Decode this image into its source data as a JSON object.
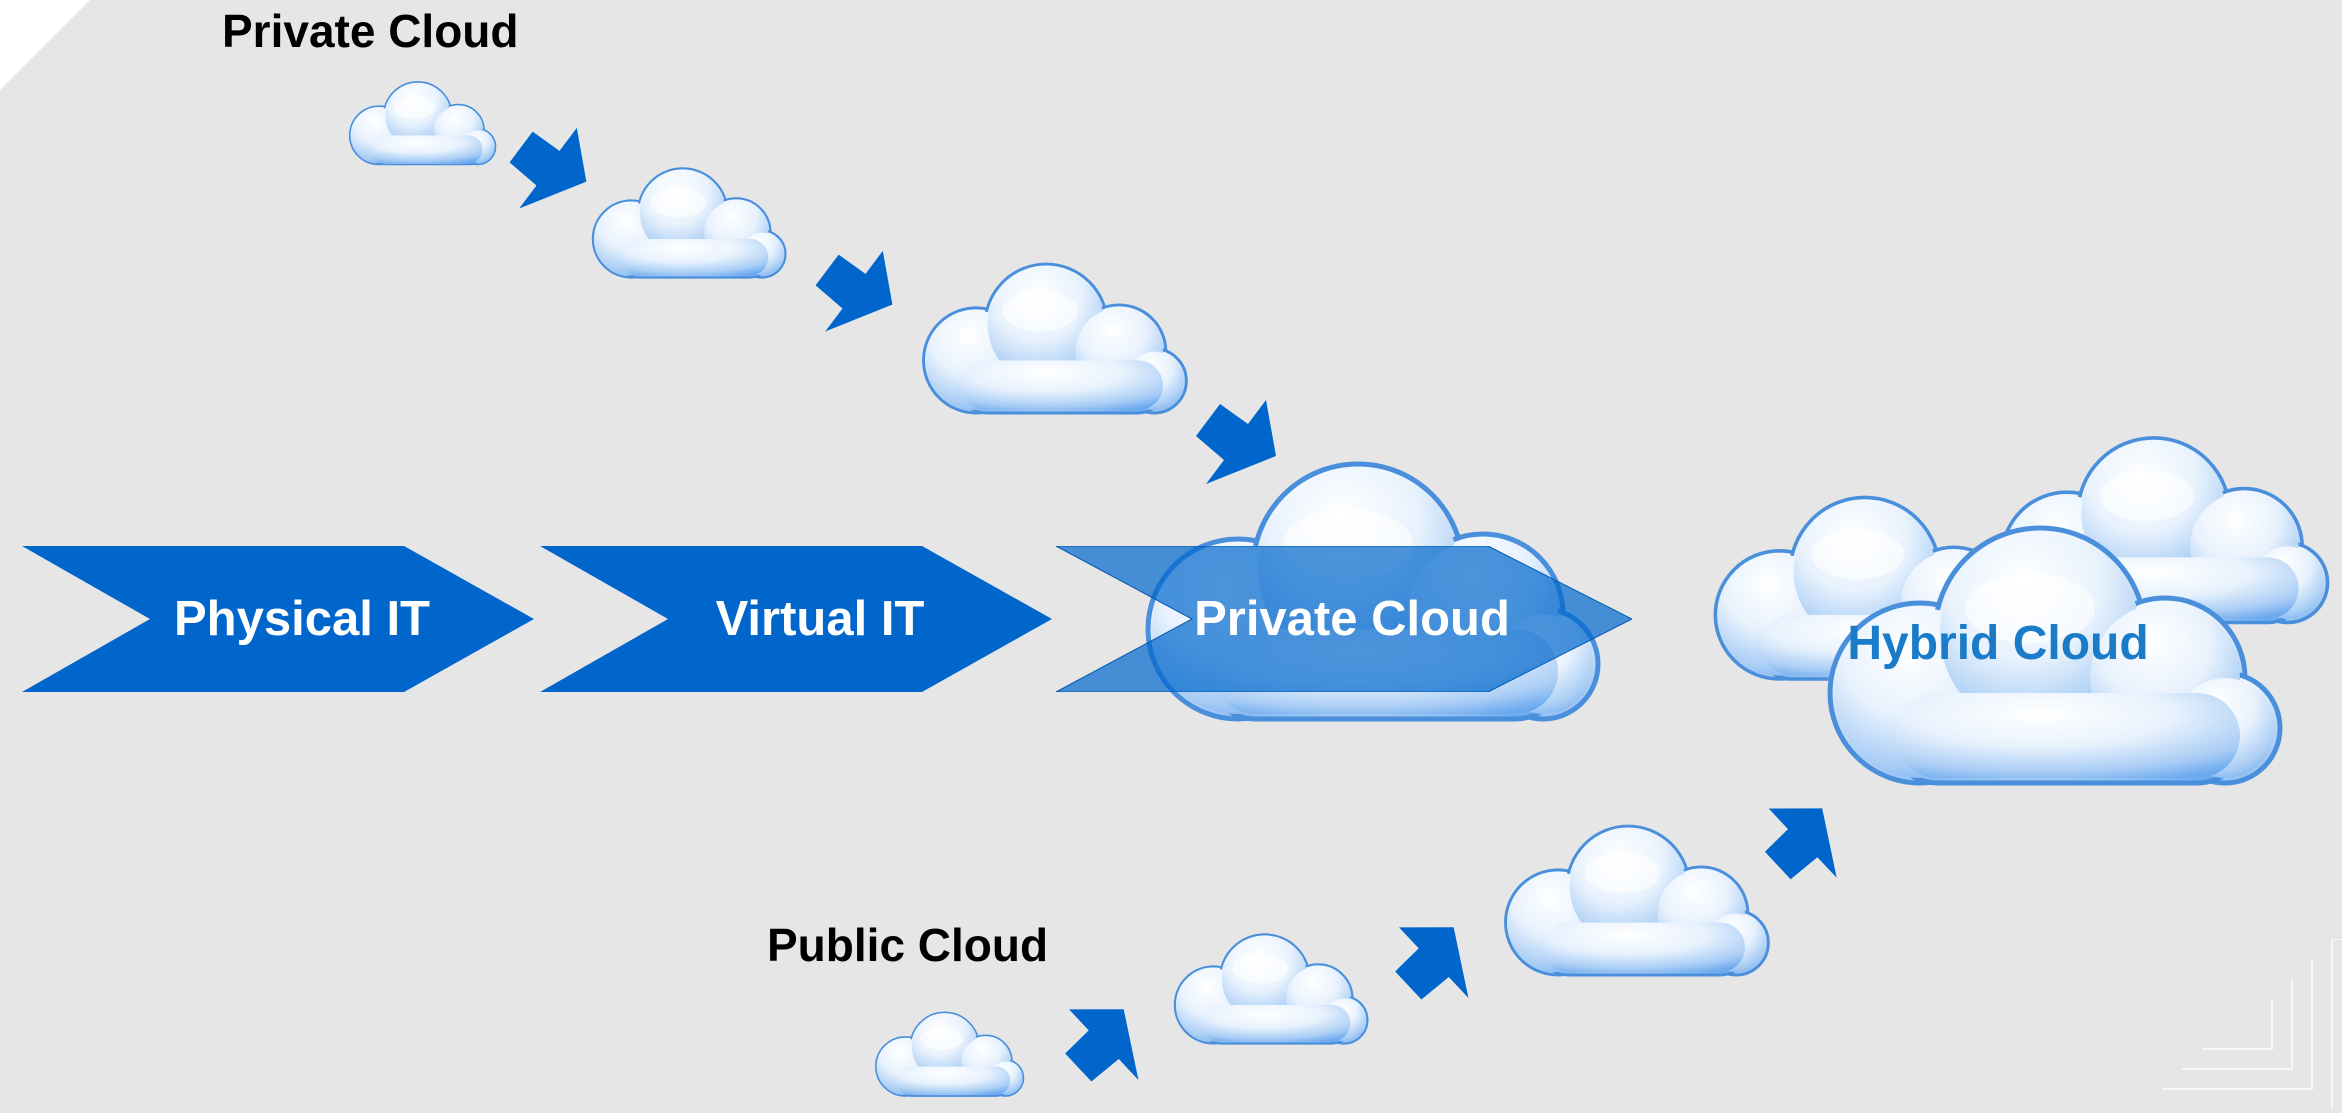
{
  "labels": {
    "private_cloud_heading": "Private Cloud",
    "public_cloud_heading": "Public Cloud"
  },
  "stages": [
    {
      "label": "Physical IT"
    },
    {
      "label": "Virtual IT"
    },
    {
      "label": "Private Cloud"
    }
  ],
  "hybrid": {
    "label": "Hybrid Cloud"
  },
  "colors": {
    "background": "#e6e6e6",
    "chevron": "#0066cc",
    "chevron_translucent": "#3f84cf",
    "hybrid_text": "#1a7cc8",
    "cloud_light": "#f4f9ff",
    "cloud_dark": "#6aa9ee",
    "cloud_outline": "#4a8fdc"
  }
}
